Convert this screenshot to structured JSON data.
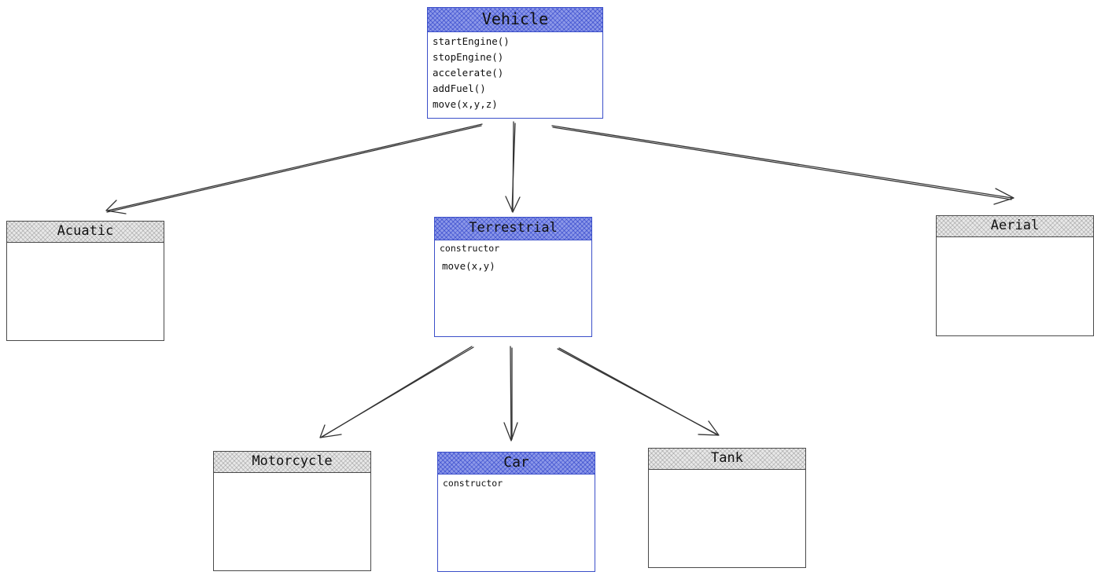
{
  "diagram": {
    "classes": {
      "vehicle": {
        "name": "Vehicle",
        "members": [
          "startEngine()",
          "stopEngine()",
          "accelerate()",
          "addFuel()",
          "move(x,y,z)"
        ]
      },
      "acuatic": {
        "name": "Acuatic"
      },
      "terrestrial": {
        "name": "Terrestrial",
        "members": [
          "constructor",
          "move(x,y)"
        ]
      },
      "aerial": {
        "name": "Aerial"
      },
      "motorcycle": {
        "name": "Motorcycle"
      },
      "car": {
        "name": "Car",
        "members": [
          "constructor"
        ]
      },
      "tank": {
        "name": "Tank"
      }
    },
    "edges": [
      {
        "from": "Vehicle",
        "to": "Acuatic"
      },
      {
        "from": "Vehicle",
        "to": "Terrestrial"
      },
      {
        "from": "Vehicle",
        "to": "Aerial"
      },
      {
        "from": "Terrestrial",
        "to": "Motorcycle"
      },
      {
        "from": "Terrestrial",
        "to": "Car"
      },
      {
        "from": "Terrestrial",
        "to": "Tank"
      }
    ],
    "colors": {
      "highlight_border": "#3b4fc9",
      "highlight_fill": "#8c98e8",
      "default_border": "#4a4a4a",
      "default_fill": "#e8e8e8",
      "arrow": "#333333"
    }
  }
}
